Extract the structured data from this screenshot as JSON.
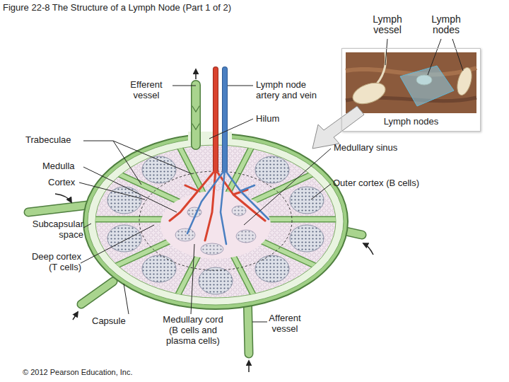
{
  "diagram": {
    "title": "Figure 22-8 The Structure of a Lymph Node (Part 1 of 2)",
    "nodes": [
      {
        "text": [
          "Lymph nodes"
        ]
      }
    ],
    "labels": [
      "Lymph vessel",
      "Lymph nodes",
      "Efferent vessel",
      "Lymph node artery and vein",
      "Hilum",
      "Trabeculae",
      "Medullary sinus",
      "Medulla",
      "Cortex",
      "Outer cortex (B cells)",
      "Subcapsular space",
      "Deep cortex (T cells)",
      "Capsule",
      "Medullary cord (B cells and plasma cells)",
      "Afferent vessel",
      "© 2012 Pearson Education, Inc."
    ]
  }
}
